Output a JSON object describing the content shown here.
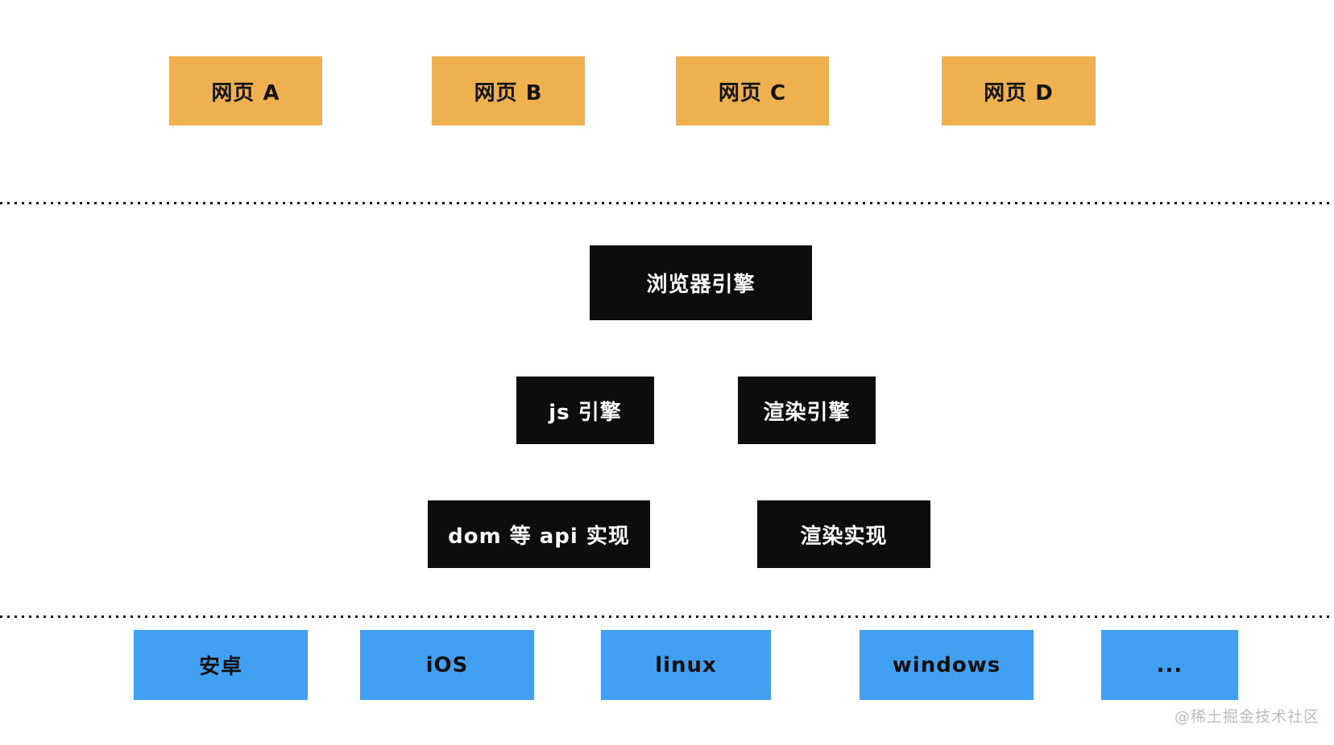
{
  "diagram": {
    "title": "browser-architecture-layers",
    "webpage_layer": {
      "webpage_a": {
        "label": "网页 A"
      },
      "webpage_b": {
        "label": "网页 B"
      },
      "webpage_c": {
        "label": "网页 C"
      },
      "webpage_d": {
        "label": "网页 D"
      }
    },
    "engine_layer": {
      "browser_engine": {
        "label": "浏览器引擎"
      },
      "js_engine": {
        "label": "js 引擎"
      },
      "render_engine": {
        "label": "渲染引擎"
      },
      "dom_api_impl": {
        "label": "dom 等 api 实现"
      },
      "render_impl": {
        "label": "渲染实现"
      }
    },
    "platform_layer": {
      "android": {
        "label": "安卓"
      },
      "ios": {
        "label": "iOS"
      },
      "linux": {
        "label": "linux"
      },
      "windows": {
        "label": "windows"
      },
      "more": {
        "label": "..."
      }
    }
  },
  "watermark": {
    "text": "@稀土掘金技术社区"
  },
  "colors": {
    "webpage_fill": "#efb04f",
    "engine_fill": "#0d0d0d",
    "engine_text": "#ffffff",
    "platform_fill": "#42a0f2",
    "text_dark": "#141414",
    "watermark_gray": "#bcbcbc",
    "background": "#ffffff"
  }
}
